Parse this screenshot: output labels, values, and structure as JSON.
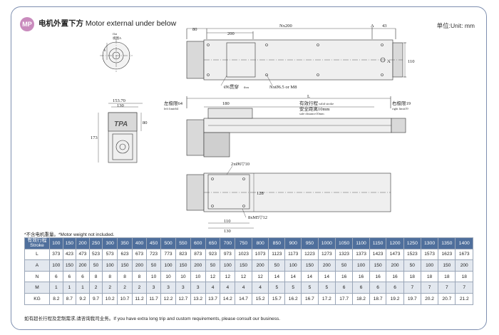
{
  "header": {
    "badge": "MP",
    "title_cn": "电机外置下方",
    "title_en": "Motor external under below",
    "unit": "单位:Unit: mm"
  },
  "drawing": {
    "flat_label": "flat",
    "view_a_label": "视图A",
    "dim_6": "6",
    "top_80": "80",
    "top_200": "200",
    "top_nx200": "Nx200",
    "top_a": "A",
    "top_43": "43",
    "side_110": "110",
    "hole_6": "Ø6贯穿",
    "hole_6_en": "thru",
    "hole_m8": "NxØ6.5 or M8",
    "ep_15370": "153.70",
    "ep_130": "130",
    "ep_173": "173",
    "ep_80": "80",
    "ep_logo": "TPA",
    "len_l": "L",
    "left_limit": "左极限64",
    "left_limit_en": "left limit64",
    "d180": "180",
    "stroke_cn": "有效行程",
    "stroke_en": "valid stroke",
    "safe_cn": "安全距离10mm",
    "safe_en": "safe distance10mm",
    "right_limit": "右极限19",
    "right_limit_en": "right limit19",
    "bot_holes": "2xØ6▽10",
    "bot_128": "128",
    "bot_m5": "8xM5▽12",
    "bot_110": "110",
    "bot_130": "130"
  },
  "note": "*不含电机重量。*Motor weight not included.",
  "table": {
    "head_cn": "有效行程",
    "head_en": "Stroke",
    "strokes": [
      "100",
      "150",
      "200",
      "250",
      "300",
      "350",
      "400",
      "450",
      "500",
      "550",
      "600",
      "650",
      "700",
      "750",
      "800",
      "850",
      "900",
      "950",
      "1000",
      "1050",
      "1100",
      "1150",
      "1200",
      "1250",
      "1300",
      "1350",
      "1400"
    ],
    "rows": [
      {
        "label": "L",
        "values": [
          "373",
          "423",
          "473",
          "523",
          "573",
          "623",
          "673",
          "723",
          "773",
          "823",
          "873",
          "923",
          "973",
          "1023",
          "1073",
          "1123",
          "1173",
          "1223",
          "1273",
          "1323",
          "1373",
          "1423",
          "1473",
          "1523",
          "1573",
          "1623",
          "1673"
        ]
      },
      {
        "label": "A",
        "values": [
          "100",
          "150",
          "200",
          "50",
          "100",
          "150",
          "200",
          "50",
          "100",
          "150",
          "200",
          "50",
          "100",
          "150",
          "200",
          "50",
          "100",
          "150",
          "200",
          "50",
          "100",
          "150",
          "200",
          "50",
          "100",
          "150",
          "200"
        ]
      },
      {
        "label": "N",
        "values": [
          "6",
          "6",
          "6",
          "8",
          "8",
          "8",
          "8",
          "10",
          "10",
          "10",
          "10",
          "12",
          "12",
          "12",
          "12",
          "14",
          "14",
          "14",
          "14",
          "16",
          "16",
          "16",
          "16",
          "18",
          "18",
          "18",
          "18"
        ]
      },
      {
        "label": "M",
        "values": [
          "1",
          "1",
          "1",
          "2",
          "2",
          "2",
          "2",
          "3",
          "3",
          "3",
          "3",
          "4",
          "4",
          "4",
          "4",
          "5",
          "5",
          "5",
          "5",
          "6",
          "6",
          "6",
          "6",
          "7",
          "7",
          "7",
          "7"
        ]
      },
      {
        "label": "KG",
        "values": [
          "8.2",
          "8.7",
          "9.2",
          "9.7",
          "10.2",
          "10.7",
          "11.2",
          "11.7",
          "12.2",
          "12.7",
          "13.2",
          "13.7",
          "14.2",
          "14.7",
          "15.2",
          "15.7",
          "16.2",
          "16.7",
          "17.2",
          "17.7",
          "18.2",
          "18.7",
          "19.2",
          "19.7",
          "20.2",
          "20.7",
          "21.2"
        ]
      }
    ]
  },
  "footer": "如有超长行程及定制需求,请咨询我司业务。If you have extra long trip and custom requirements, please consult our business."
}
